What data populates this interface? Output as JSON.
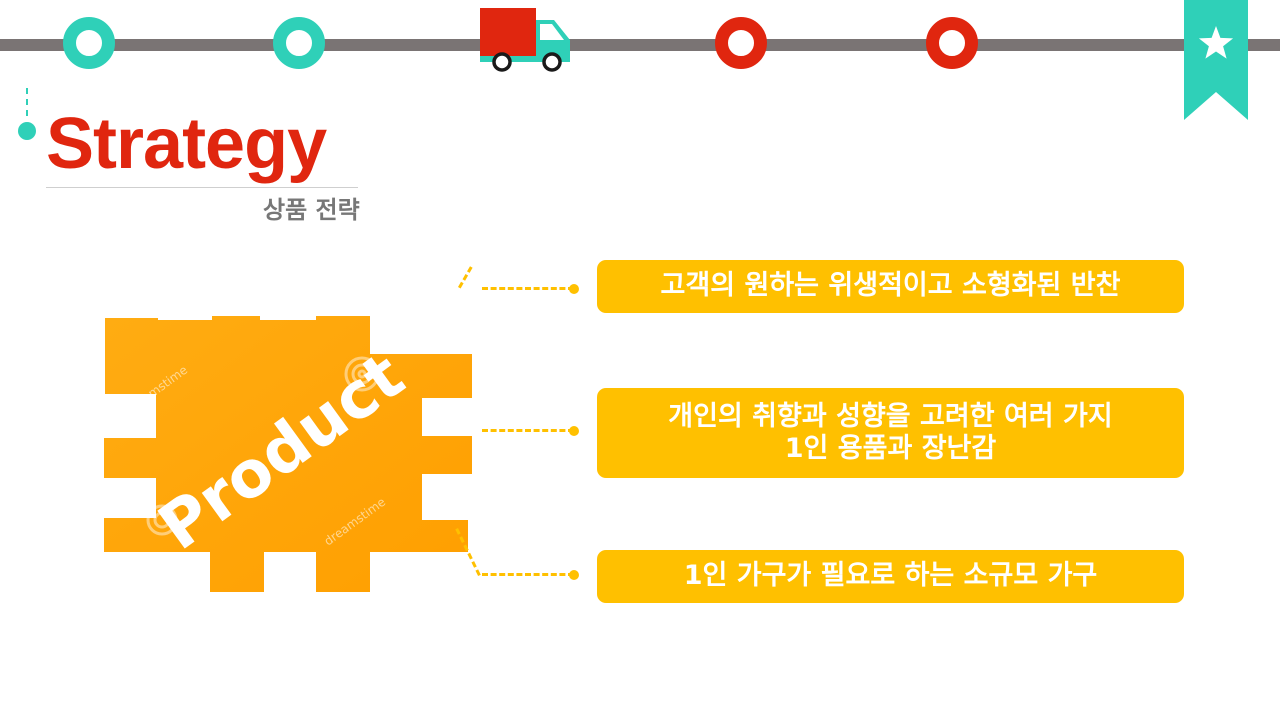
{
  "colors": {
    "teal": "#2fd0b8",
    "red": "#e0260f",
    "gray": "#7a7474",
    "yellow": "#ffc000",
    "orange": "#ffa500"
  },
  "header": {
    "title": "Strategy",
    "subtitle": "상품 전략"
  },
  "product_image": {
    "label": "Product",
    "watermarks": [
      "dreamstime",
      "dreamstime"
    ]
  },
  "points": [
    {
      "lines": [
        "고객의 원하는 위생적이고 소형화된 반찬"
      ]
    },
    {
      "lines": [
        "개인의 취향과 성향을 고려한 여러 가지",
        "1인 용품과 장난감"
      ]
    },
    {
      "lines": [
        "1인 가구가 필요로 하는 소규모 가구"
      ]
    }
  ],
  "icons": {
    "truck": "truck-icon",
    "bookmark": "star-bookmark-icon"
  }
}
